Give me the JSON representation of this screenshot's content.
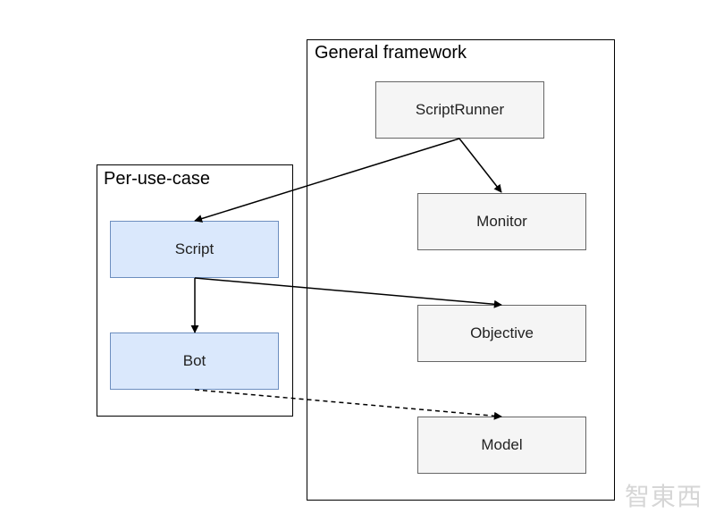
{
  "groups": {
    "general": {
      "title": "General framework"
    },
    "per_use_case": {
      "title": "Per-use-case"
    }
  },
  "nodes": {
    "script_runner": "ScriptRunner",
    "monitor": "Monitor",
    "objective": "Objective",
    "model": "Model",
    "script": "Script",
    "bot": "Bot"
  },
  "edges": [
    {
      "from": "ScriptRunner",
      "to": "Monitor",
      "style": "solid"
    },
    {
      "from": "ScriptRunner",
      "to": "Script",
      "style": "solid"
    },
    {
      "from": "Script",
      "to": "Objective",
      "style": "solid"
    },
    {
      "from": "Script",
      "to": "Bot",
      "style": "solid"
    },
    {
      "from": "Bot",
      "to": "Model",
      "style": "dashed"
    }
  ],
  "colors": {
    "gray_fill": "#f5f5f5",
    "gray_stroke": "#666666",
    "blue_fill": "#dae8fc",
    "blue_stroke": "#6c8ebf"
  },
  "watermark": "智東西"
}
